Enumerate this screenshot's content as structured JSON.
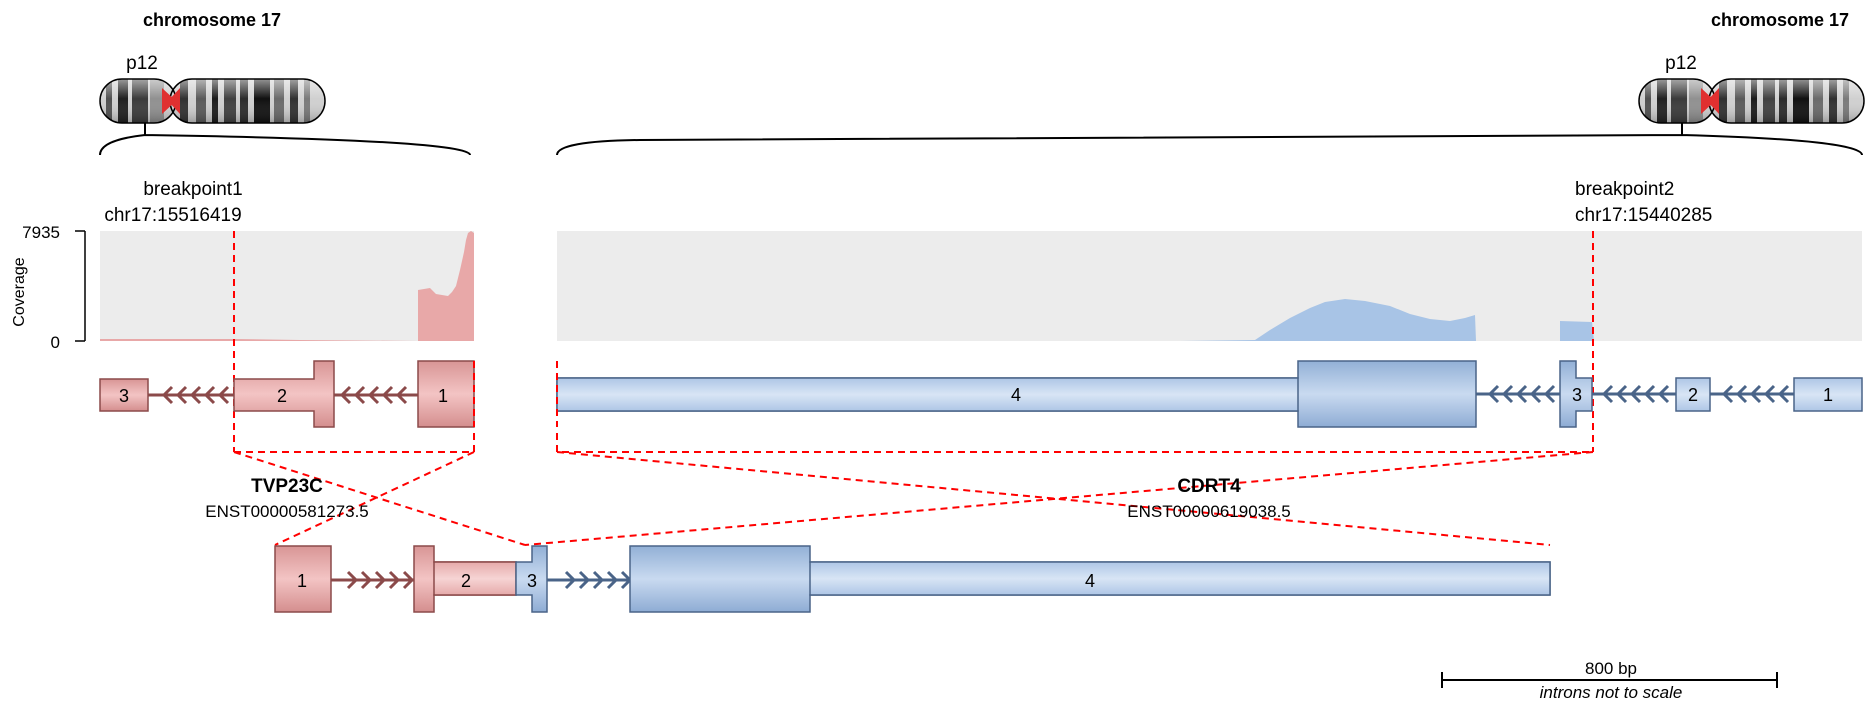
{
  "chromosome_left": {
    "title": "chromosome 17",
    "band": "p12"
  },
  "chromosome_right": {
    "title": "chromosome 17",
    "band": "p12"
  },
  "breakpoint1": {
    "name": "breakpoint1",
    "position": "chr17:15516419"
  },
  "breakpoint2": {
    "name": "breakpoint2",
    "position": "chr17:15440285"
  },
  "coverage": {
    "axis_label": "Coverage",
    "max_tick": "7935",
    "min_tick": "0"
  },
  "gene1": {
    "name": "TVP23C",
    "transcript": "ENST00000581273.5",
    "color": "#e8a8a8",
    "dark_color": "#c87878",
    "intron_color": "#8b4a4a",
    "exons": [
      "3",
      "2",
      "1"
    ]
  },
  "gene2": {
    "name": "CDRT4",
    "transcript": "ENST00000619038.5",
    "color": "#b8cde8",
    "dark_color": "#8aa8d2",
    "intron_color": "#4a6488",
    "exons": [
      "4",
      "3",
      "2",
      "1"
    ]
  },
  "fusion": {
    "exons": [
      "1",
      "2",
      "3",
      "4"
    ]
  },
  "scale": {
    "label": "800 bp",
    "note": "introns not to scale"
  },
  "colors": {
    "breakpoint": "#ff0000",
    "coverage_bg": "#ececec"
  }
}
